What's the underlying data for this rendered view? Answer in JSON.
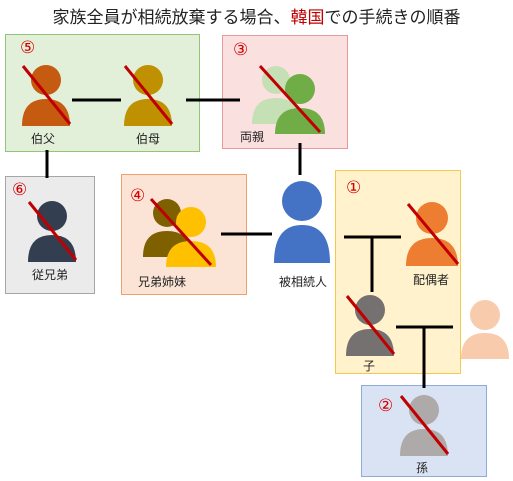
{
  "title": {
    "prefix": "家族全員が相続放棄する場合、",
    "highlight": "韓国",
    "suffix": "での手続きの順番"
  },
  "colors": {
    "title_highlight": "#c00000",
    "order_number": "#d40000",
    "strike": "#c00000",
    "deceased": "#4472c4"
  },
  "groups": [
    {
      "id": "uncle-aunt",
      "order": "⑤",
      "members": [
        {
          "label": "伯父"
        },
        {
          "label": "伯母"
        }
      ]
    },
    {
      "id": "cousins",
      "order": "⑥",
      "members": [
        {
          "label": "従兄弟"
        }
      ]
    },
    {
      "id": "parents",
      "order": "③",
      "members": [
        {
          "label": "両親"
        }
      ]
    },
    {
      "id": "siblings",
      "order": "④",
      "members": [
        {
          "label": "兄弟姉妹"
        }
      ]
    },
    {
      "id": "spouse-child",
      "order": "①",
      "members": [
        {
          "label": "配偶者"
        },
        {
          "label": "子"
        }
      ]
    },
    {
      "id": "grandchild",
      "order": "②",
      "members": [
        {
          "label": "孫"
        }
      ]
    }
  ],
  "deceased": {
    "label": "被相続人"
  }
}
